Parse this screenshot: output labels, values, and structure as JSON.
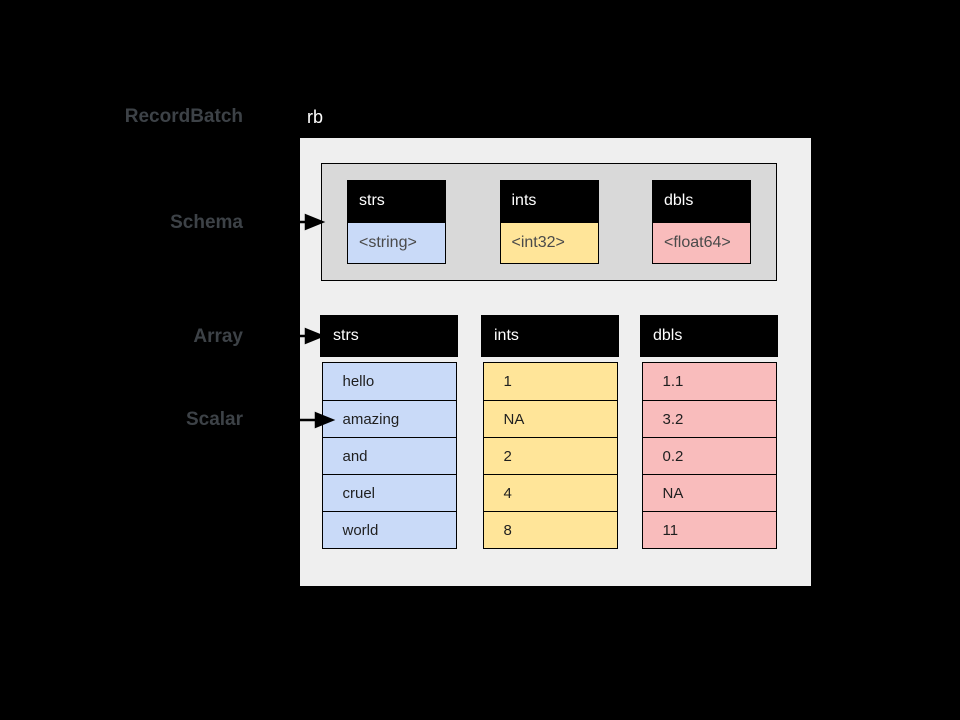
{
  "labels": {
    "record_batch": "RecordBatch",
    "schema": "Schema",
    "array": "Array",
    "scalar": "Scalar"
  },
  "record_batch": {
    "name": "rb",
    "schema": {
      "fields": [
        {
          "name": "strs",
          "type": "<string>",
          "color": "#c9daf8"
        },
        {
          "name": "ints",
          "type": "<int32>",
          "color": "#ffe599"
        },
        {
          "name": "dbls",
          "type": "<float64>",
          "color": "#f9bcbc"
        }
      ]
    },
    "arrays": [
      {
        "name": "strs",
        "color": "#c9daf8",
        "values": [
          "hello",
          "amazing",
          "and",
          "cruel",
          "world"
        ]
      },
      {
        "name": "ints",
        "color": "#ffe599",
        "values": [
          "1",
          "NA",
          "2",
          "4",
          "8"
        ]
      },
      {
        "name": "dbls",
        "color": "#f9bcbc",
        "values": [
          "1.1",
          "3.2",
          "0.2",
          "NA",
          "11"
        ]
      }
    ]
  },
  "colors": {
    "background": "#000000",
    "outer_box": "#efefef",
    "schema_box": "#d9d9d9",
    "header": "#000000",
    "header_text": "#ffffff",
    "side_label_text": "#3d4247",
    "string_fill": "#c9daf8",
    "int_fill": "#ffe599",
    "double_fill": "#f9bcbc"
  }
}
